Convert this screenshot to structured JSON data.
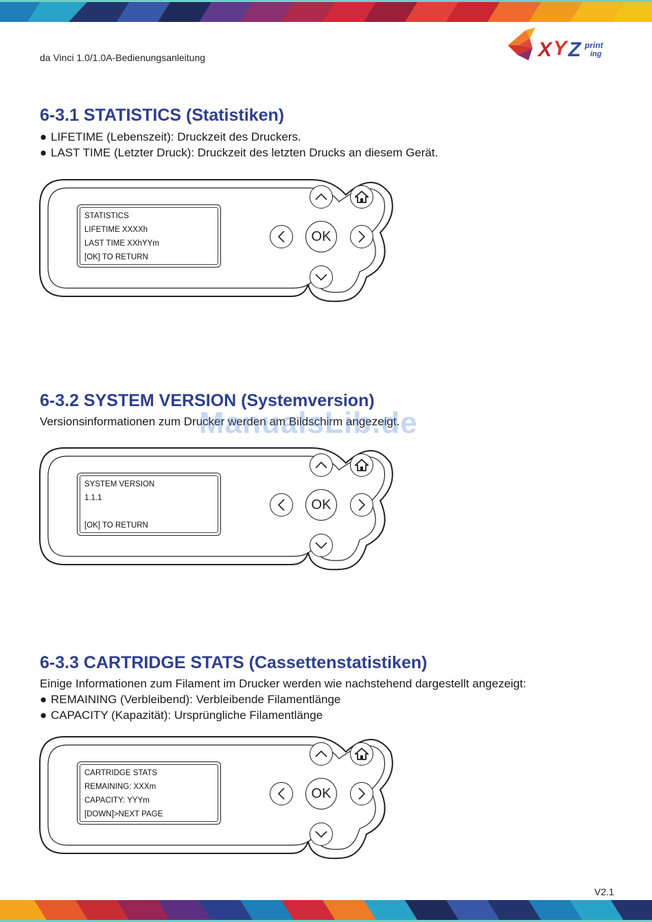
{
  "header": {
    "doc_title": "da Vinci 1.0/1.0A-Bedienungsanleitung",
    "logo_text_main": "XYZ",
    "logo_text_sub": "printing"
  },
  "sections": [
    {
      "title": "6-3.1 STATISTICS (Statistiken)",
      "lines": [
        "LIFETIME (Lebenszeit): Druckzeit des Druckers.",
        "LAST TIME (Letzter Druck): Druckzeit des letzten Drucks an diesem Gerät."
      ],
      "lcd": [
        "STATISTICS",
        "LIFETIME XXXXh",
        "LAST TIME XXhYYm",
        "[OK] TO RETURN"
      ]
    },
    {
      "title": "6-3.2 SYSTEM VERSION (Systemversion)",
      "lines": [
        "Versionsinformationen zum Drucker werden am Bildschirm angezeigt."
      ],
      "lcd": [
        "SYSTEM VERSION",
        "1.1.1",
        "",
        "[OK] TO RETURN"
      ]
    },
    {
      "title": "6-3.3 CARTRIDGE STATS (Cassettenstatistiken)",
      "lines": [
        "Einige Informationen zum Filament im Drucker werden wie nachstehend dargestellt angezeigt:",
        "REMAINING (Verbleibend): Verbleibende Filamentlänge",
        "CAPACITY (Kapazität): Ursprüngliche Filamentlänge"
      ],
      "lcd": [
        "CARTRIDGE STATS",
        "REMAINING: XXXm",
        "CAPACITY: YYYm",
        "[DOWN]>NEXT PAGE"
      ]
    }
  ],
  "buttons": {
    "ok_label": "OK"
  },
  "watermark": "ManualsLib.de",
  "footer": {
    "version": "V2.1"
  }
}
